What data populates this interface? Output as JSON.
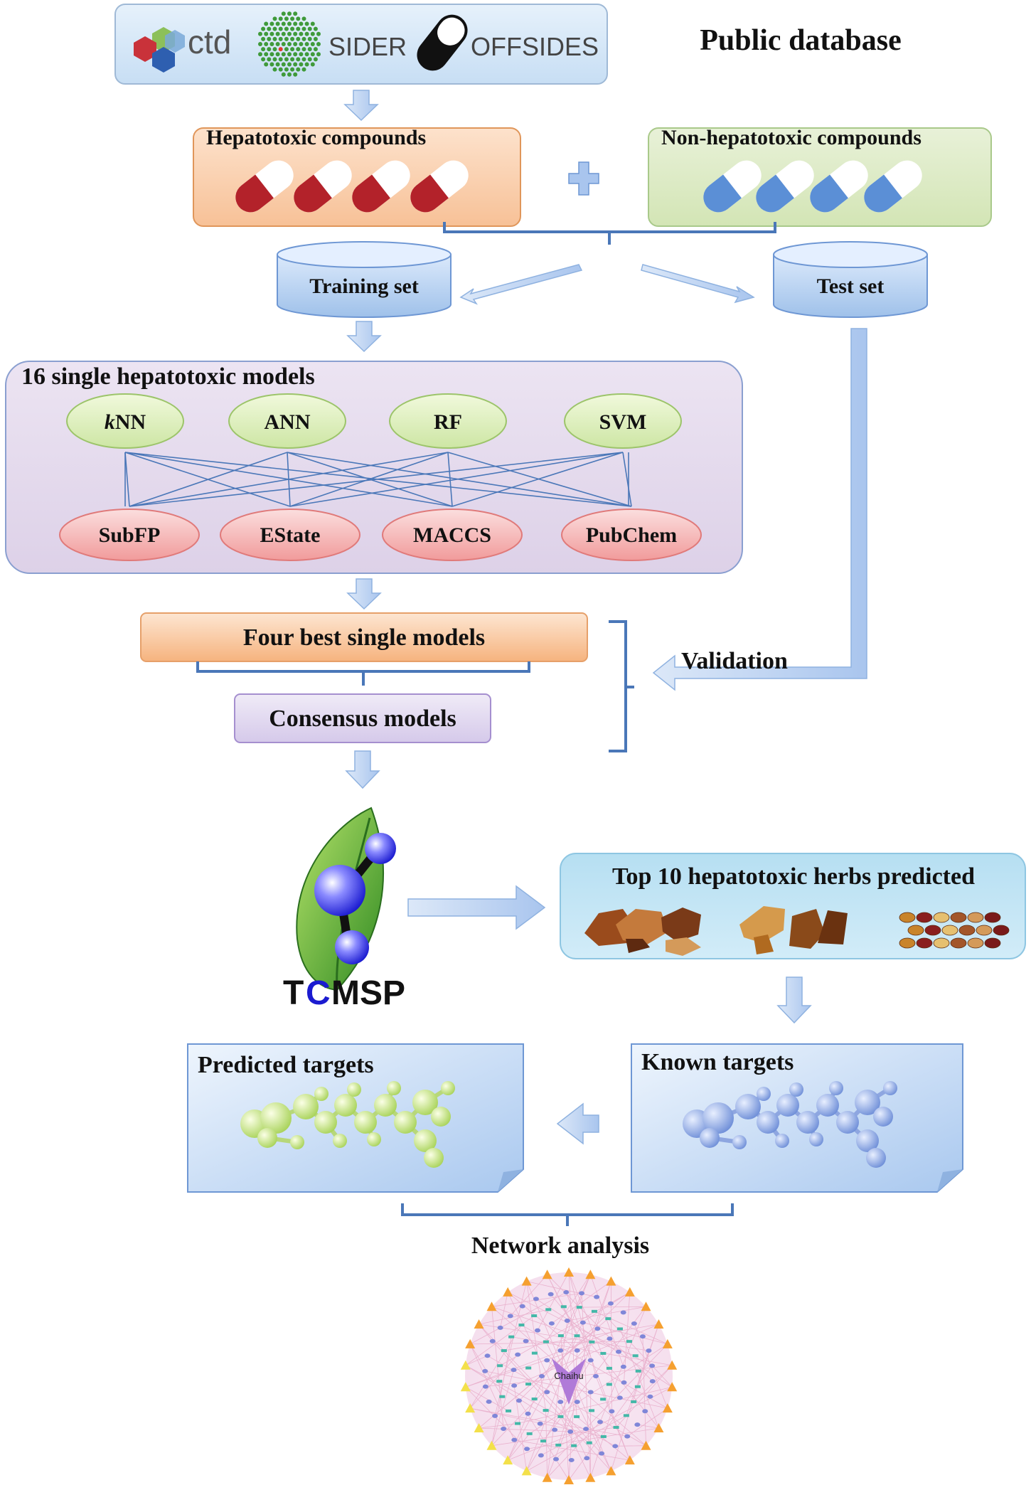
{
  "header": {
    "db_ctd": "ctd",
    "db_sider": "SIDER",
    "db_offsides": "OFFSIDES",
    "title": "Public database"
  },
  "compounds": {
    "hepatotoxic": "Hepatotoxic compounds",
    "non_hepatotoxic": "Non-hepatotoxic compounds"
  },
  "sets": {
    "training": "Training set",
    "test": "Test set"
  },
  "models": {
    "title": "16 single hepatotoxic models",
    "algorithms": [
      {
        "italic": "k",
        "rest": "NN"
      },
      {
        "italic": "",
        "rest": "ANN"
      },
      {
        "italic": "",
        "rest": "RF"
      },
      {
        "italic": "",
        "rest": "SVM"
      }
    ],
    "fingerprints": [
      "SubFP",
      "EState",
      "MACCS",
      "PubChem"
    ]
  },
  "best_models": "Four best single models",
  "consensus": "Consensus models",
  "validation": "Validation",
  "tcmsp": {
    "t": "T",
    "c": "C",
    "msp": "MSP"
  },
  "herbs": "Top 10 hepatotoxic herbs predicted",
  "predicted_targets": "Predicted targets",
  "known_targets": "Known targets",
  "network": {
    "title": "Network analysis",
    "center": "Chaihu"
  },
  "colors": {
    "arrow": "#b7cdf0",
    "line": "#4a77b8",
    "pill_red": "#b3222a",
    "pill_blue": "#5b8fd6"
  }
}
